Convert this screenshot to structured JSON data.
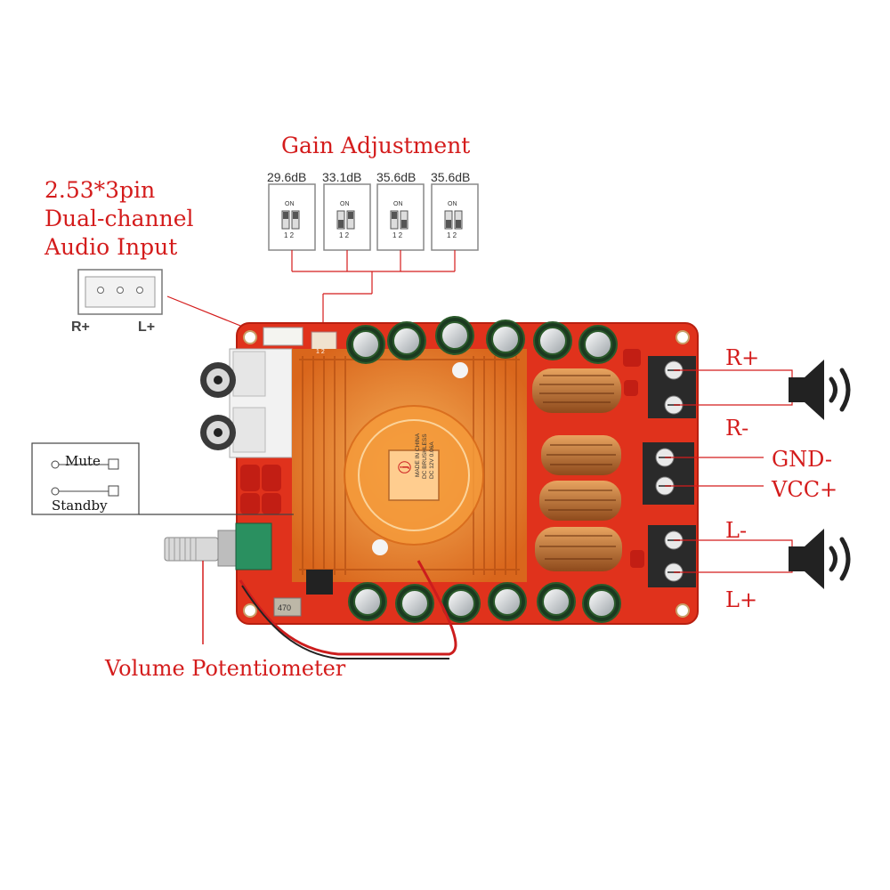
{
  "labels": {
    "gain_title": "Gain Adjustment",
    "input_line1": "2.53*3pin",
    "input_line2": "Dual-channel",
    "input_line3": "Audio Input",
    "volume": "Volume Potentiometer",
    "r_plus": "R+",
    "r_minus": "R-",
    "gnd": "GND-",
    "vcc": "VCC+",
    "l_minus": "L-",
    "l_plus": "L+"
  },
  "gain_options": [
    {
      "db": "29.6dB",
      "on": "ON",
      "pins": "1 2"
    },
    {
      "db": "33.1dB",
      "on": "ON",
      "pins": "1 2"
    },
    {
      "db": "35.6dB",
      "on": "ON",
      "pins": "1 2"
    },
    {
      "db": "35.6dB",
      "on": "ON",
      "pins": "1 2"
    }
  ],
  "input_connector": {
    "left": "R+",
    "right": "L+"
  },
  "mute_box": {
    "mute": "Mute",
    "standby": "Standby"
  },
  "fan": {
    "line1": "MADE IN CHINA",
    "line2": "DC BRUSHLESS",
    "line3": "DC 12V 0.06A"
  },
  "onboard": {
    "dip_pins": "1 2",
    "inductor": "470"
  },
  "colors": {
    "label_red": "#d41c1c",
    "pcb_red": "#e0321c",
    "heatsink": "#e8892a"
  },
  "icons": [
    "speaker-icon-right",
    "speaker-icon-left"
  ]
}
